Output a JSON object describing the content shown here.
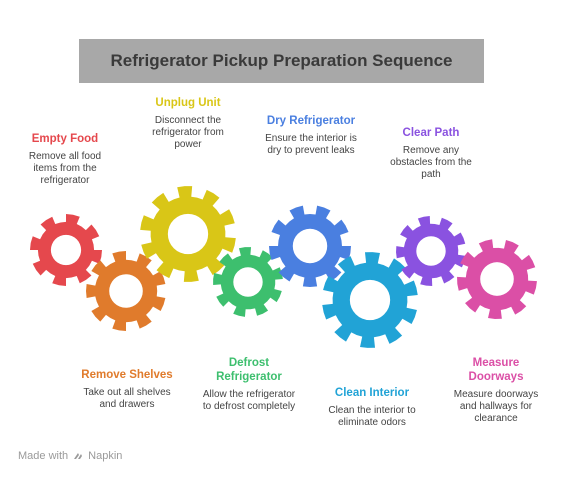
{
  "title": "Refrigerator Pickup Preparation Sequence",
  "steps": [
    {
      "id": "empty-food",
      "title": "Empty Food",
      "description": "Remove all food items from the refrigerator",
      "color": "#e5484d"
    },
    {
      "id": "remove-shelves",
      "title": "Remove Shelves",
      "description": "Take out all shelves and drawers",
      "color": "#e07b2c"
    },
    {
      "id": "unplug-unit",
      "title": "Unplug Unit",
      "description": "Disconnect the refrigerator from power",
      "color": "#d9c617"
    },
    {
      "id": "defrost-refrigerator",
      "title": "Defrost Refrigerator",
      "description": "Allow the refrigerator to defrost completely",
      "color": "#3dbf6e"
    },
    {
      "id": "dry-refrigerator",
      "title": "Dry Refrigerator",
      "description": "Ensure the interior is dry to prevent leaks",
      "color": "#4a7fe0"
    },
    {
      "id": "clean-interior",
      "title": "Clean Interior",
      "description": "Clean the interior to eliminate odors",
      "color": "#21a3d6"
    },
    {
      "id": "clear-path",
      "title": "Clear Path",
      "description": "Remove any obstacles from the path",
      "color": "#8a52e0"
    },
    {
      "id": "measure-doorways",
      "title": "Measure Doorways",
      "description": "Measure doorways and hallways for clearance",
      "color": "#db4fa6"
    }
  ],
  "footer": {
    "made_with": "Made with",
    "brand": "Napkin"
  }
}
